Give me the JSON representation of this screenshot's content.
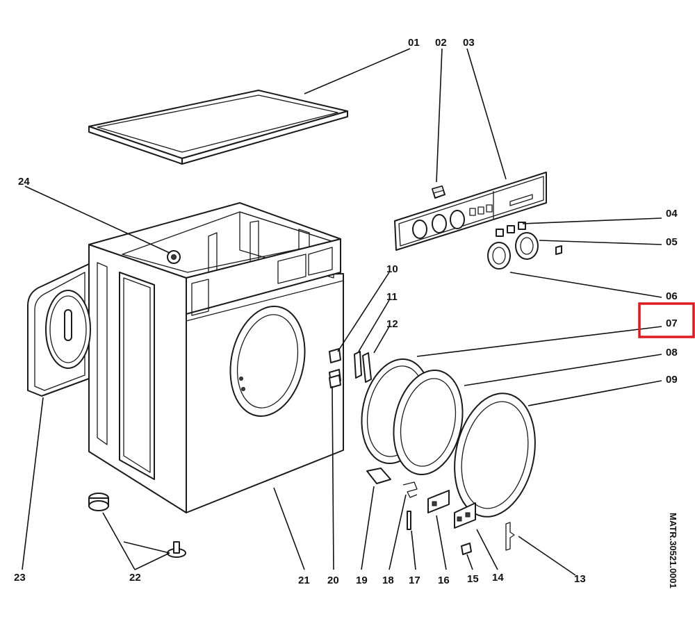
{
  "labels": {
    "l01": "01",
    "l02": "02",
    "l03": "03",
    "l04": "04",
    "l05": "05",
    "l06": "06",
    "l07": "07",
    "l08": "08",
    "l09": "09",
    "l10": "10",
    "l11": "11",
    "l12": "12",
    "l13": "13",
    "l14": "14",
    "l15": "15",
    "l16": "16",
    "l17": "17",
    "l18": "18",
    "l19": "19",
    "l20": "20",
    "l21": "21",
    "l22": "22",
    "l23": "23",
    "l24": "24"
  },
  "reference": "MATR.30521.0001",
  "highlight": {
    "target_label": "07",
    "color": "#e0191f"
  },
  "colors": {
    "line": "#1a1a1a",
    "background": "#ffffff"
  }
}
